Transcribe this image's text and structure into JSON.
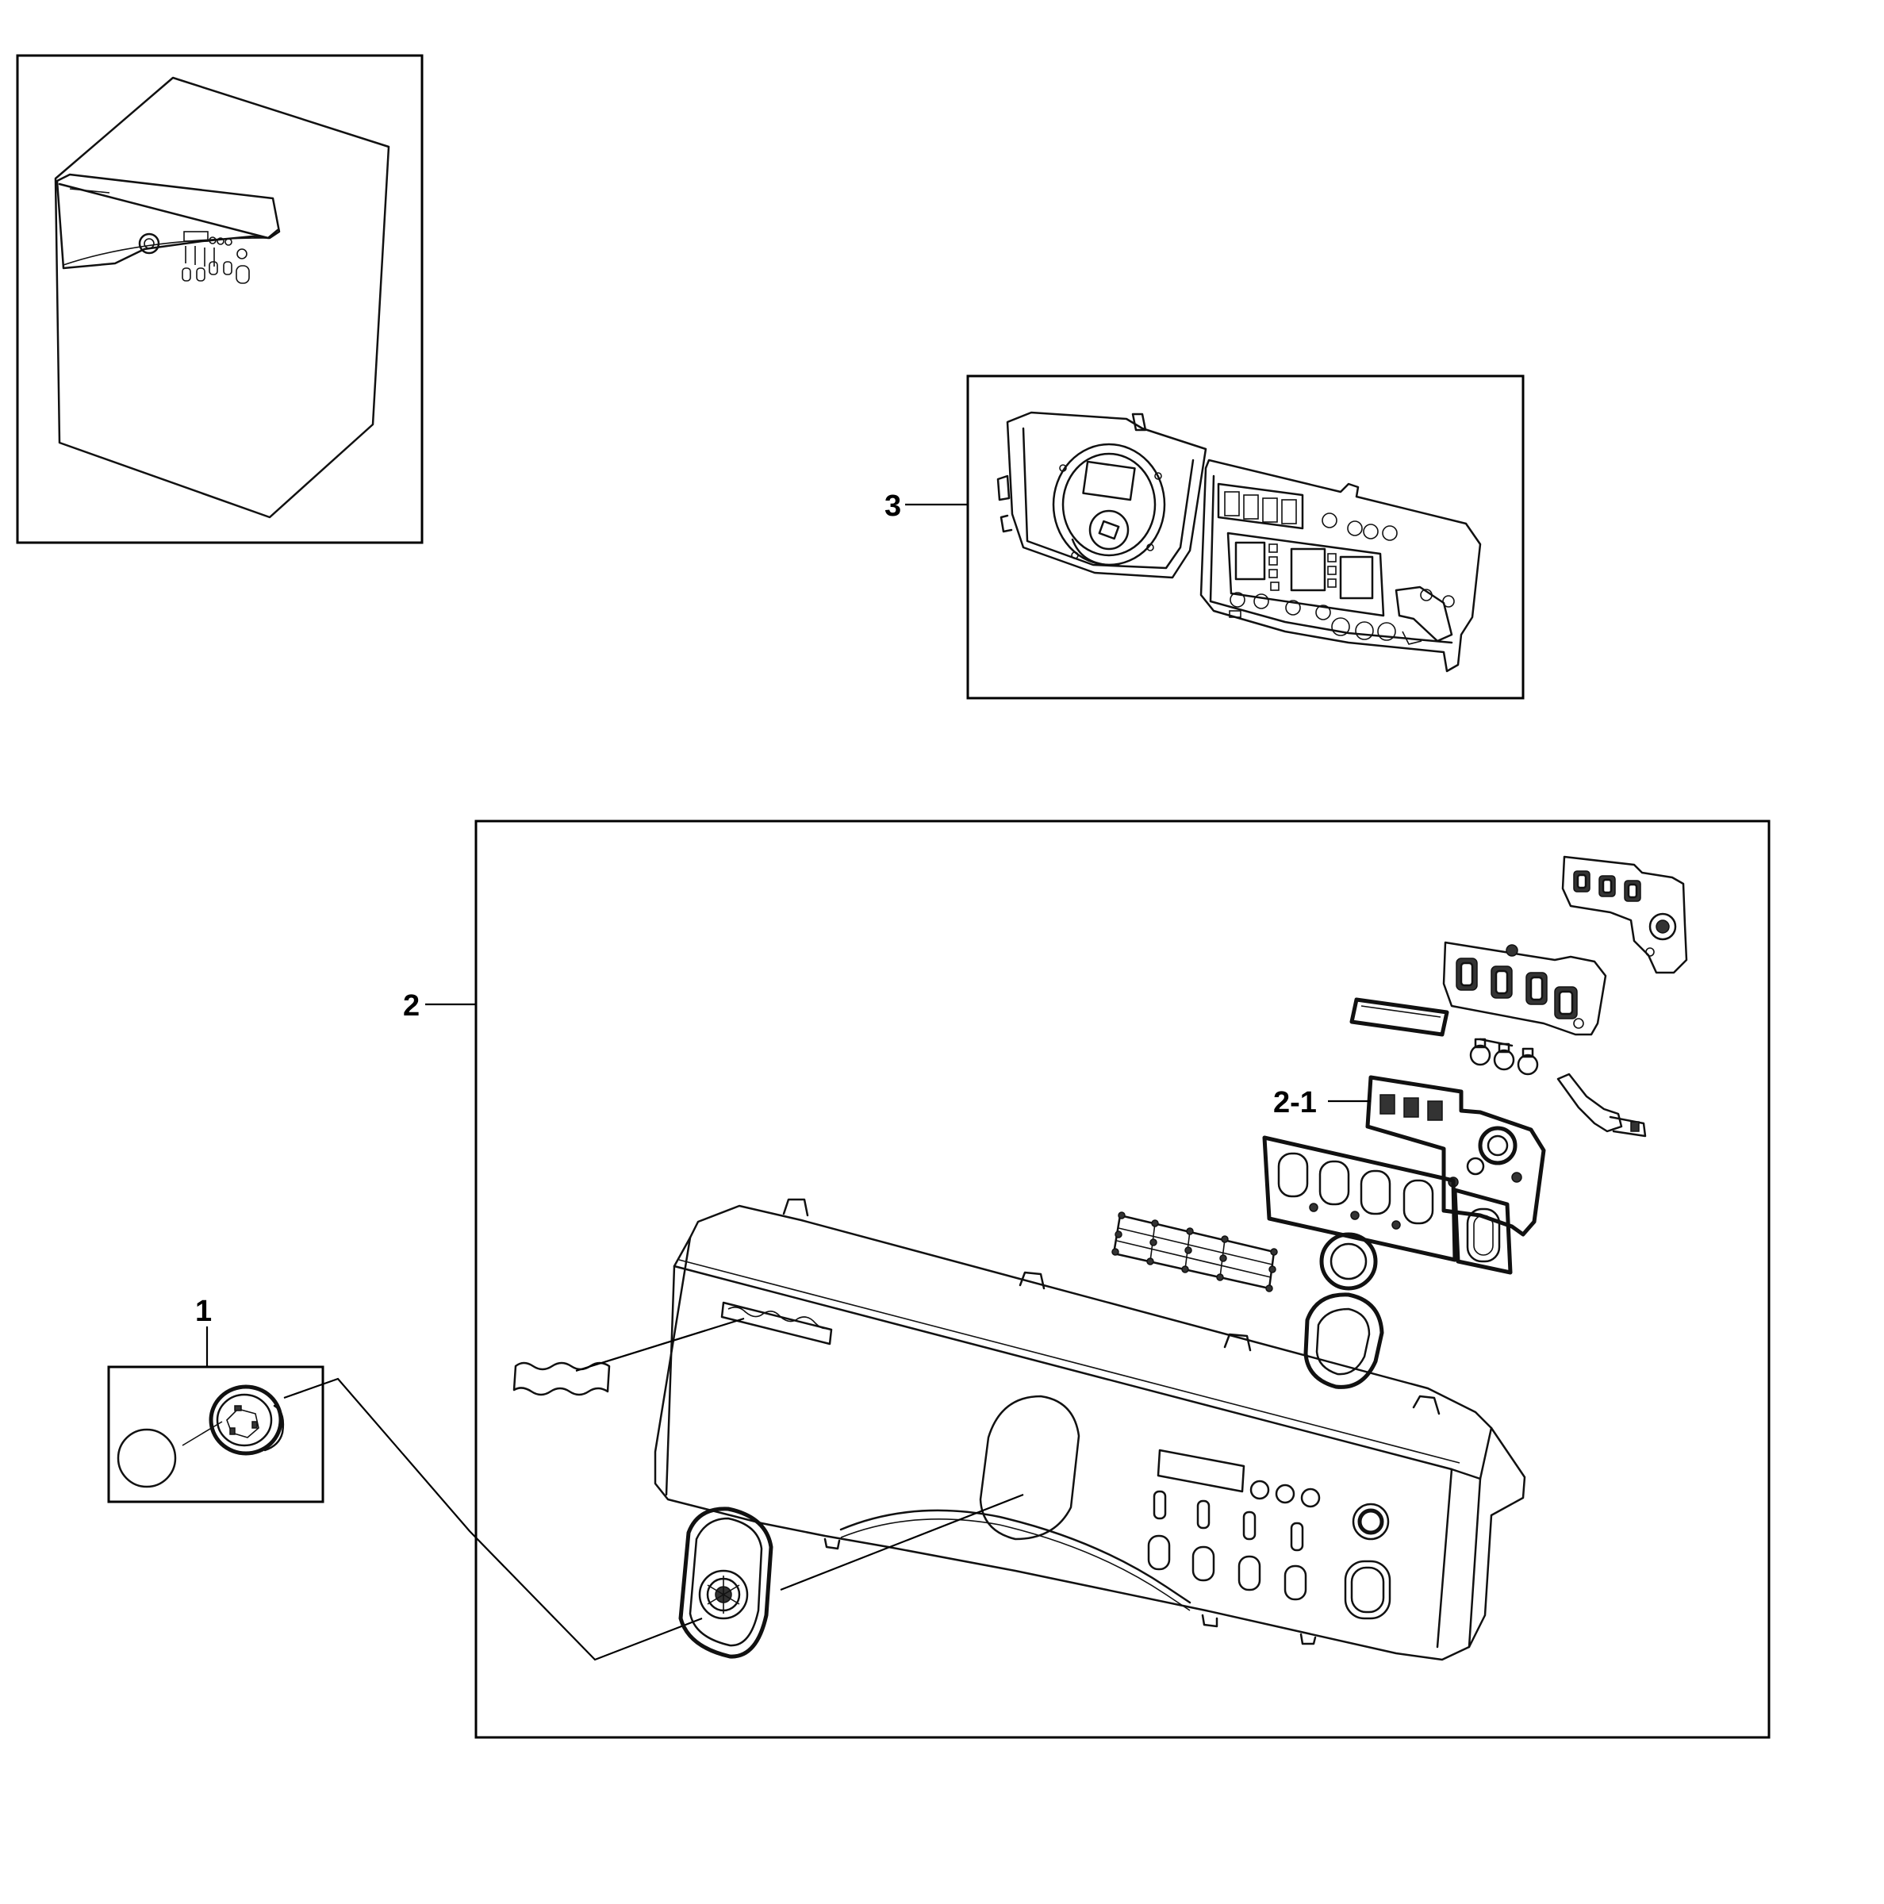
{
  "callouts": {
    "part_1": "1",
    "part_2": "2",
    "part_2_1": "2-1",
    "part_3": "3"
  }
}
